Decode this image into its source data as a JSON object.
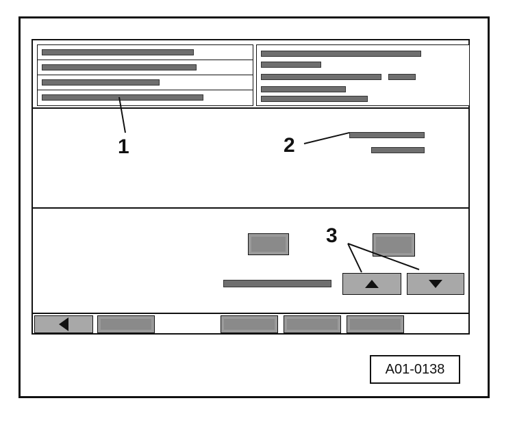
{
  "callouts": {
    "one": "1",
    "two": "2",
    "three": "3"
  },
  "figure_id": "A01-0138",
  "icons": {
    "back": "arrow-left-icon",
    "up": "arrow-up-icon",
    "down": "arrow-down-icon"
  },
  "colors": {
    "frame": "#111111",
    "bar_gray": "#6f6f6f",
    "button_gray": "#9a9a9a"
  }
}
